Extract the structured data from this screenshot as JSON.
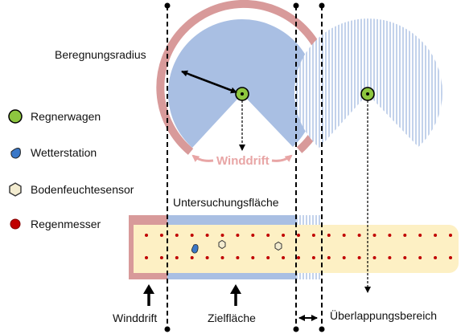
{
  "labels": {
    "radius": "Beregnungsradius",
    "drift_top": "Winddrift",
    "study_area": "Untersuchungsfläche",
    "drift_bottom": "Winddrift",
    "target_area": "Zielfläche",
    "overlap": "Überlappungsbereich"
  },
  "legend": [
    {
      "icon": "sprinkler-cart-icon",
      "label": "Regnerwagen"
    },
    {
      "icon": "weather-station-icon",
      "label": "Wetterstation"
    },
    {
      "icon": "soil-moisture-sensor-icon",
      "label": "Bodenfeuchtesensor"
    },
    {
      "icon": "rain-gauge-icon",
      "label": "Regenmesser"
    }
  ],
  "colors": {
    "spray_blue": "#a9bfe3",
    "drift_pink": "#d89a9a",
    "drift_label": "#e8a5a5",
    "field_yellow": "#fdf0c4",
    "gauge_red": "#c00000",
    "cart_green": "#8dc63f",
    "station_blue": "#3a78c8",
    "sensor_fill": "#f3ecd0"
  }
}
